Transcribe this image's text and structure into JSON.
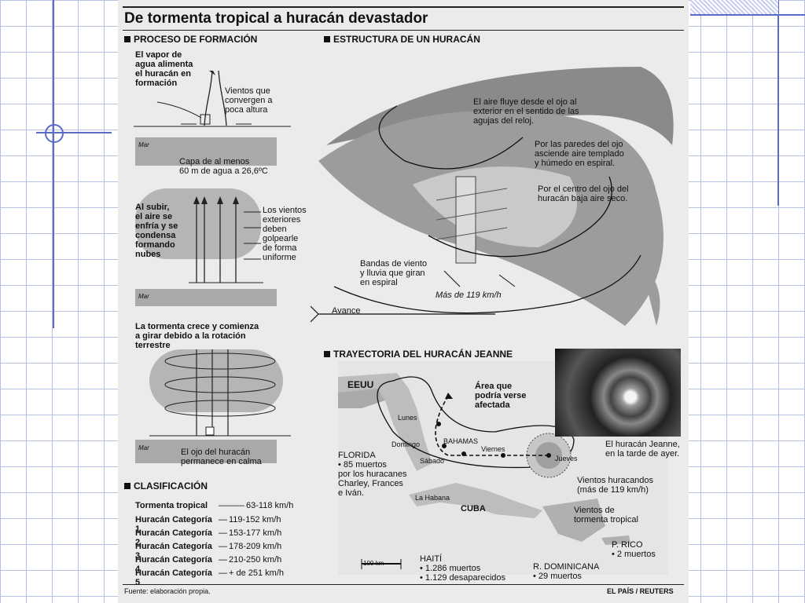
{
  "title": "De tormenta tropical a huracán devastador",
  "formation": {
    "heading": "PROCESO DE FORMACIÓN",
    "step1_left": "El vapor de\nagua alimenta\nel huracán en\nformación",
    "step1_right": "Vientos que\nconvergen a\npoca altura",
    "mar1": "Mar",
    "step1_bottom": "Capa de al menos\n60 m de agua a 26,6ºC",
    "step2_left": "Al subir,\nel aire se\nenfría y se\ncondensa\nformando\nnubes",
    "step2_right": "Los vientos\nexteriores\ndeben\ngolpearle\nde forma\nuniforme",
    "mar2": "Mar",
    "step3_top": "La tormenta crece y comienza\na girar debido a la rotación\nterrestre",
    "mar3": "Mar",
    "step3_bottom": "El ojo del huracán\npermanece en calma"
  },
  "structure": {
    "heading": "ESTRUCTURA DE UN HURACÁN",
    "note1": "El aire fluye desde el ojo al\nexterior en el sentido de las\nagujas del reloj.",
    "note2": "Por las paredes del ojo\nasciende aire templado\ny húmedo en espiral.",
    "note3": "Por el centro del ojo del\nhuracán baja aire seco.",
    "bands": "Bandas de viento\ny lluvia que giran\nen espiral",
    "speed": "Más de 119 km/h",
    "advance": "Avance"
  },
  "trajectory": {
    "heading": "TRAYECTORIA DEL HURACÁN JEANNE",
    "eeuu": "EEUU",
    "area": "Área que\npodría verse\nafectada",
    "lunes": "Lunes",
    "domingo": "Domingo",
    "bahamas": "BAHAMAS",
    "viernes": "Viernes",
    "sabado": "Sábado",
    "jueves": "Jueves",
    "florida": "FLORIDA\n• 85 muertos\npor los huracanes\nCharley, Frances\ne Iván.",
    "habana": "La Habana",
    "cuba": "CUBA",
    "photo_caption": "El huracán Jeanne,\nen la tarde de ayer.",
    "vientos_hur": "Vientos huracandos\n(más de 119 km/h)",
    "vientos_trop": "Vientos de\ntormenta tropical",
    "prico": "P. RICO\n• 2 muertos",
    "scale": "100 km",
    "haiti": "HAITÍ\n• 1.286 muertos\n• 1.129 desaparecidos",
    "rdom": "R. DOMINICANA\n• 29 muertos"
  },
  "classification": {
    "heading": "CLASIFICACIÓN",
    "rows": [
      {
        "name": "Tormenta tropical",
        "dash": "———",
        "range": "63-118 km/h"
      },
      {
        "name": "Huracán Categoría 1",
        "dash": "—",
        "range": "119-152 km/h"
      },
      {
        "name": "Huracán Categoría 2",
        "dash": "—",
        "range": "153-177 km/h"
      },
      {
        "name": "Huracán Categoría 3",
        "dash": "—",
        "range": "178-209 km/h"
      },
      {
        "name": "Huracán Categoría 4",
        "dash": "—",
        "range": "210-250 km/h"
      },
      {
        "name": "Huracán Categoría 5",
        "dash": "—",
        "range": "+ de 251 km/h"
      }
    ]
  },
  "footer": {
    "source": "Fuente: elaboración propia.",
    "credit": "EL PAÍS / REUTERS"
  }
}
